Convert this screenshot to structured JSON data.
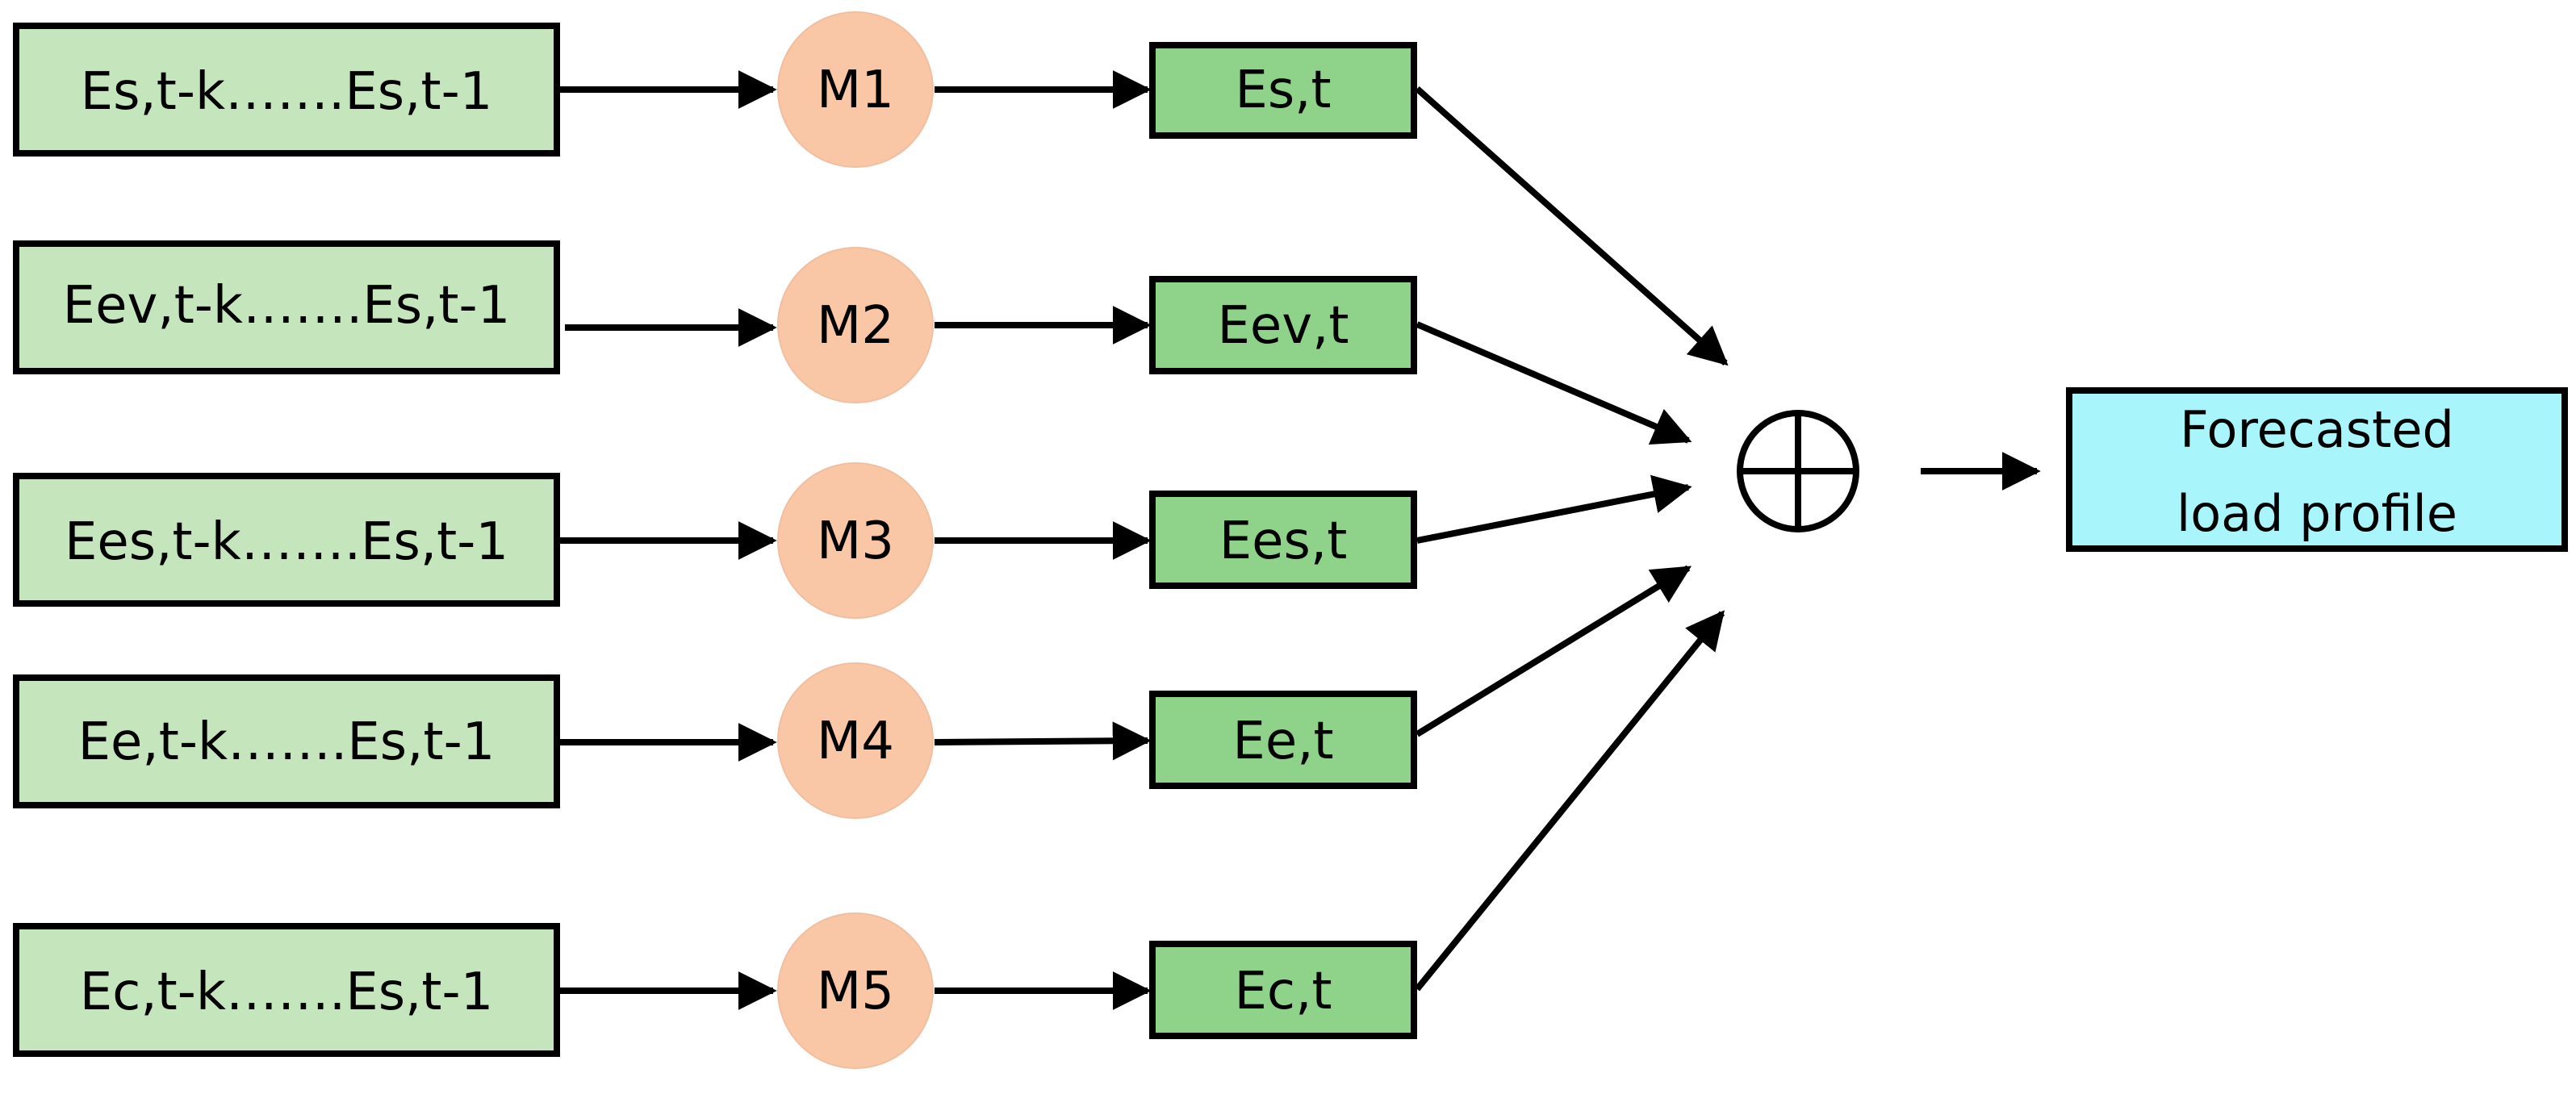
{
  "rows": [
    {
      "input": "Es,t-k…….Es,t-1",
      "model": "M1",
      "output": "Es,t"
    },
    {
      "input": "Eev,t-k…….Es,t-1",
      "model": "M2",
      "output": "Eev,t"
    },
    {
      "input": "Ees,t-k…….Es,t-1",
      "model": "M3",
      "output": "Ees,t"
    },
    {
      "input": "Ee,t-k…….Es,t-1",
      "model": "M4",
      "output": "Ee,t"
    },
    {
      "input": "Ec,t-k…….Es,t-1",
      "model": "M5",
      "output": "Ec,t"
    }
  ],
  "result": {
    "line1": "Forecasted",
    "line2": "load profile"
  }
}
